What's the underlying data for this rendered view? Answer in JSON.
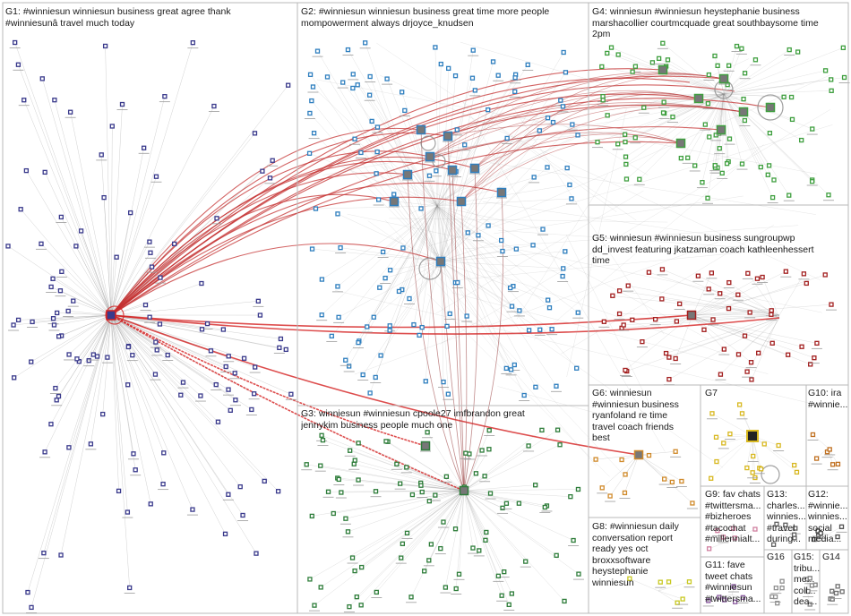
{
  "groups": [
    {
      "id": "G1",
      "label": "G1: #winniesun winniesun business great agree thank\n#winniesunâ travel much today",
      "color": "#3a3a8c"
    },
    {
      "id": "G2",
      "label": "G2: #winniesun winniesun business great time more people\nmompowerment always drjoyce_knudsen",
      "color": "#2f7fbf"
    },
    {
      "id": "G3",
      "label": "G3: winniesun #winniesun cpoole27 imfbrandon great\njennykim business people much one",
      "color": "#2e7d3a"
    },
    {
      "id": "G4",
      "label": "G4: winniesun #winniesun heystephanie business\nmarshacollier courtmcquade great southbaysome time\n2pm",
      "color": "#3f9f3f"
    },
    {
      "id": "G5",
      "label": "G5: winniesun #winniesun business sungroupwp\ndd_invest featuring jkatzaman coach kathleenhessert\ntime",
      "color": "#a32020"
    },
    {
      "id": "G6",
      "label": "G6: winniesun\n#winniesun business\nryanfoland re time\ntravel coach friends\nbest",
      "color": "#d08a2a"
    },
    {
      "id": "G7",
      "label": "G7",
      "color": "#d8b820"
    },
    {
      "id": "G8",
      "label": "G8: #winniesun daily\nconversation report\nready yes oct\nbroxxsoftware\nheystephanie\nwinniesun",
      "color": "#c8c820"
    },
    {
      "id": "G9",
      "label": "G9: fav chats\n#twittersma...\n#bizheroes\n#tacochat\n#millennialt...",
      "color": "#d080a0"
    },
    {
      "id": "G10",
      "label": "G10: ira\n#winnie...",
      "color": "#c07020"
    },
    {
      "id": "G11",
      "label": "G11: fave\ntweet chats\n#winniesun\n#twittersma...",
      "color": "#8a5aa0"
    },
    {
      "id": "G12",
      "label": "G12:\n#winnie...\nwinnies...\nsocial\nmedia...",
      "color": "#505050"
    },
    {
      "id": "G13",
      "label": "G13:\ncharles...\nwinnies...\n#travel\nduring...",
      "color": "#606060"
    },
    {
      "id": "G14",
      "label": "G14",
      "color": "#707070"
    },
    {
      "id": "G15",
      "label": "G15:\ntribu...\nme...\ncoll...\ndea...",
      "color": "#808080"
    },
    {
      "id": "G16",
      "label": "G16",
      "color": "#909090"
    }
  ]
}
